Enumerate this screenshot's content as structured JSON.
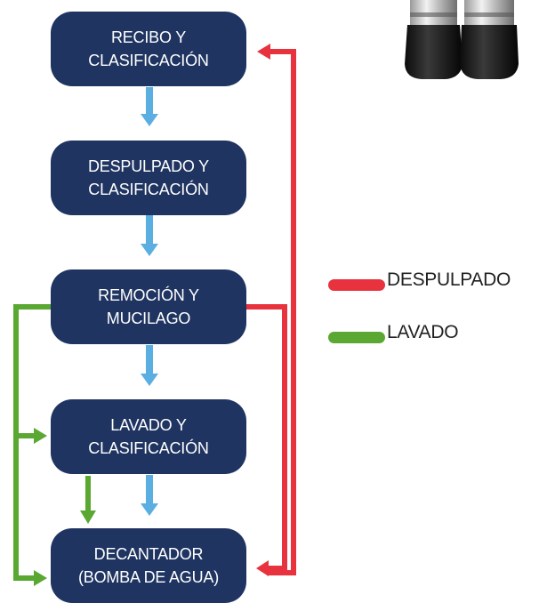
{
  "nodes": [
    {
      "id": "recibo",
      "lines": [
        "RECIBO Y",
        "CLASIFICACIÓN"
      ]
    },
    {
      "id": "despulpado",
      "lines": [
        "DESPULPADO Y",
        "CLASIFICACIÓN"
      ]
    },
    {
      "id": "remocion",
      "lines": [
        "REMOCIÓN Y",
        "MUCILAGO"
      ]
    },
    {
      "id": "lavado",
      "lines": [
        "LAVADO Y",
        "CLASIFICACIÓN"
      ]
    },
    {
      "id": "decantador",
      "lines": [
        "DECANTADOR",
        "(BOMBA DE AGUA)"
      ]
    }
  ],
  "legend": [
    {
      "label": "DESPULPADO",
      "color": "#e8333f"
    },
    {
      "label": "LAVADO",
      "color": "#5aa832"
    }
  ],
  "colors": {
    "node_fill": "#1f3461",
    "main_flow": "#5aaee2",
    "despulpado_line": "#e8333f",
    "lavado_line": "#5aa832"
  },
  "icons": [
    "machine-product-icon"
  ]
}
